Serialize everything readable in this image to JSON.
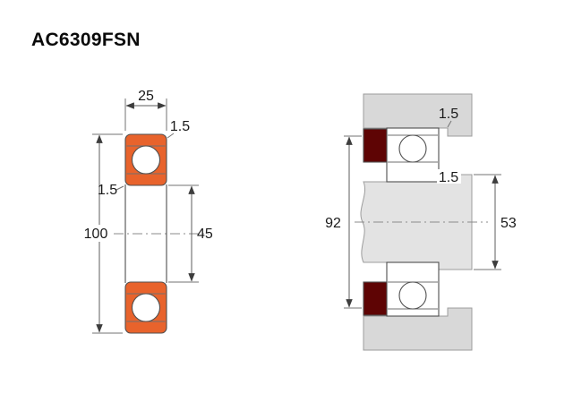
{
  "title": "AC6309FSN",
  "front_view": {
    "width": "25",
    "outer_chamfer": "1.5",
    "inner_chamfer": "1.5",
    "outer_diameter": "100",
    "bore_diameter": "45"
  },
  "mounting_view": {
    "housing_fillet": "1.5",
    "shaft_fillet": "1.5",
    "housing_abutment_diameter": "92",
    "shaft_abutment_diameter": "53"
  },
  "colors": {
    "bearing_orange": "#E8632C",
    "ring_maroon": "#5E0404",
    "housing_gray": "#D8D8D8",
    "shaft_gray": "#E3E3E3",
    "white": "#FFFFFF"
  }
}
